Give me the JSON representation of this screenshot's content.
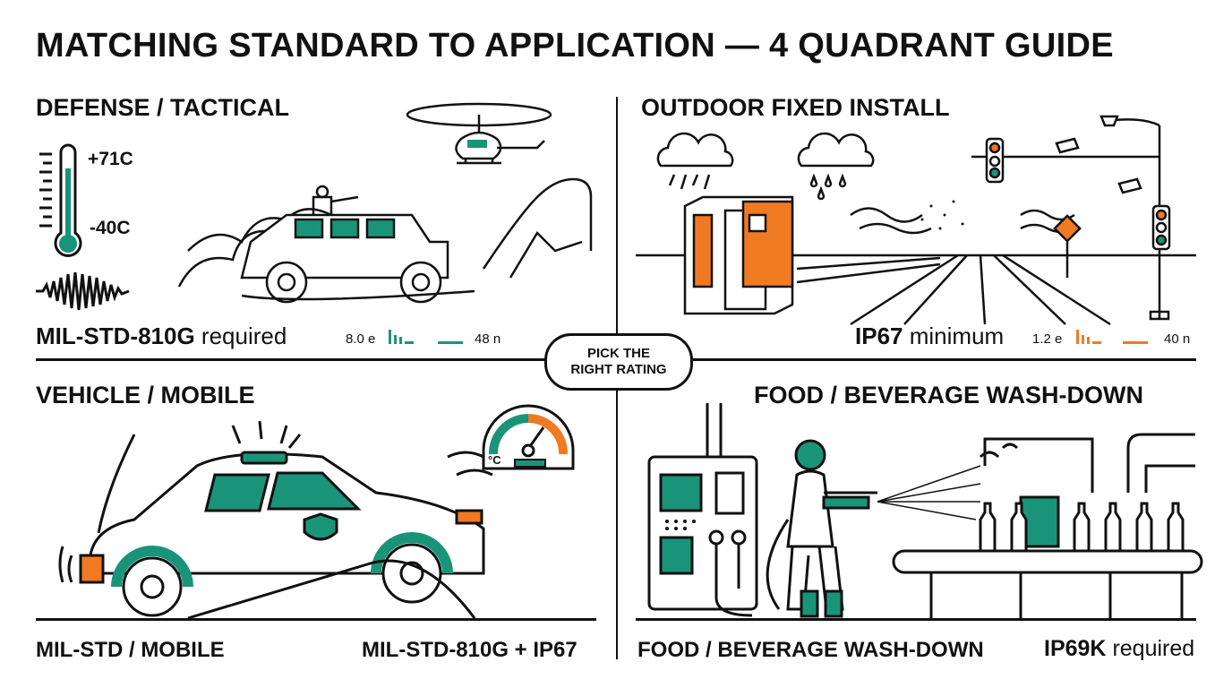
{
  "title": "MATCHING STANDARD TO APPLICATION — 4 QUADRANT GUIDE",
  "center_badge": {
    "line1": "PICK THE",
    "line2": "RIGHT RATING"
  },
  "colors": {
    "teal": "#1a9478",
    "orange": "#f07a22",
    "ink": "#111111"
  },
  "quadrants": {
    "top_left": {
      "title": "DEFENSE / TACTICAL",
      "thermometer": {
        "high": "+71C",
        "low": "-40C"
      },
      "requirement_bold": "MIL-STD-810G",
      "requirement_light": "required",
      "stat_left": "8.0 e",
      "stat_right": "48 n",
      "icons": [
        "thermometer-icon",
        "vibration-wave-icon",
        "helicopter-icon",
        "humvee-icon"
      ]
    },
    "top_right": {
      "title": "OUTDOOR FIXED INSTALL",
      "requirement_bold": "IP67",
      "requirement_light": "minimum",
      "stat_left": "1.2 e",
      "stat_right": "40 n",
      "icons": [
        "rain-cloud-icon",
        "hail-cloud-icon",
        "traffic-light-icon",
        "street-lamp-icon",
        "cctv-camera-icon",
        "roadside-cabinet-icon",
        "warning-sign-icon"
      ]
    },
    "bottom_left": {
      "title": "VEHICLE / MOBILE",
      "footer_left": "MIL-STD  / MOBILE",
      "footer_right": "MIL-STD-810G + IP67",
      "gauge_label": "°C",
      "icons": [
        "police-car-icon",
        "temperature-gauge-icon"
      ]
    },
    "bottom_right": {
      "title": "FOOD / BEVERAGE WASH-DOWN",
      "footer_left": "FOOD / BEVERAGE WASH-DOWN",
      "requirement_bold": "IP69K",
      "requirement_light": "required",
      "icons": [
        "control-panel-icon",
        "worker-pressure-washer-icon",
        "conveyor-bottles-icon"
      ]
    }
  }
}
